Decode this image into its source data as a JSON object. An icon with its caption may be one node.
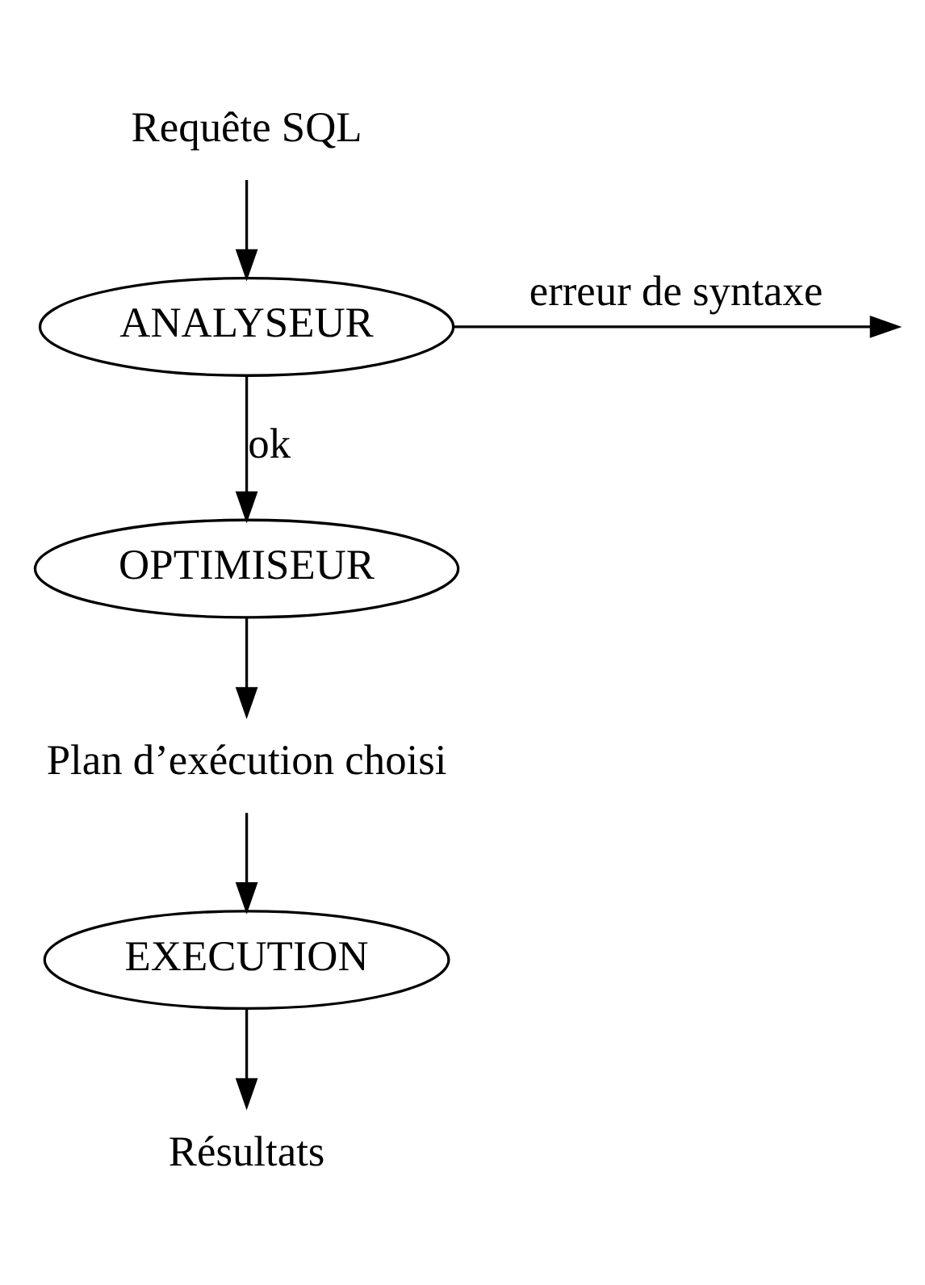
{
  "diagram": {
    "nodes": [
      {
        "text": [
          "Requête SQL"
        ]
      },
      {
        "text": [
          "ANALYSEUR"
        ]
      },
      {
        "text": [
          "OPTIMISEUR"
        ]
      },
      {
        "text": [
          "Plan d’exécution choisi"
        ]
      },
      {
        "text": [
          "EXECUTION"
        ]
      },
      {
        "text": [
          "Résultats"
        ]
      }
    ],
    "edges": [
      {
        "from": 0,
        "to": 1,
        "arrow": "to"
      },
      {
        "from": 1,
        "to": null,
        "arrow": "to",
        "label": "erreur de syntaxe"
      },
      {
        "from": 1,
        "to": 2,
        "arrow": "to",
        "label": "ok"
      },
      {
        "from": 2,
        "to": 3,
        "arrow": "to"
      },
      {
        "from": 3,
        "to": 4,
        "arrow": "to"
      },
      {
        "from": 4,
        "to": 5,
        "arrow": "to"
      }
    ]
  }
}
